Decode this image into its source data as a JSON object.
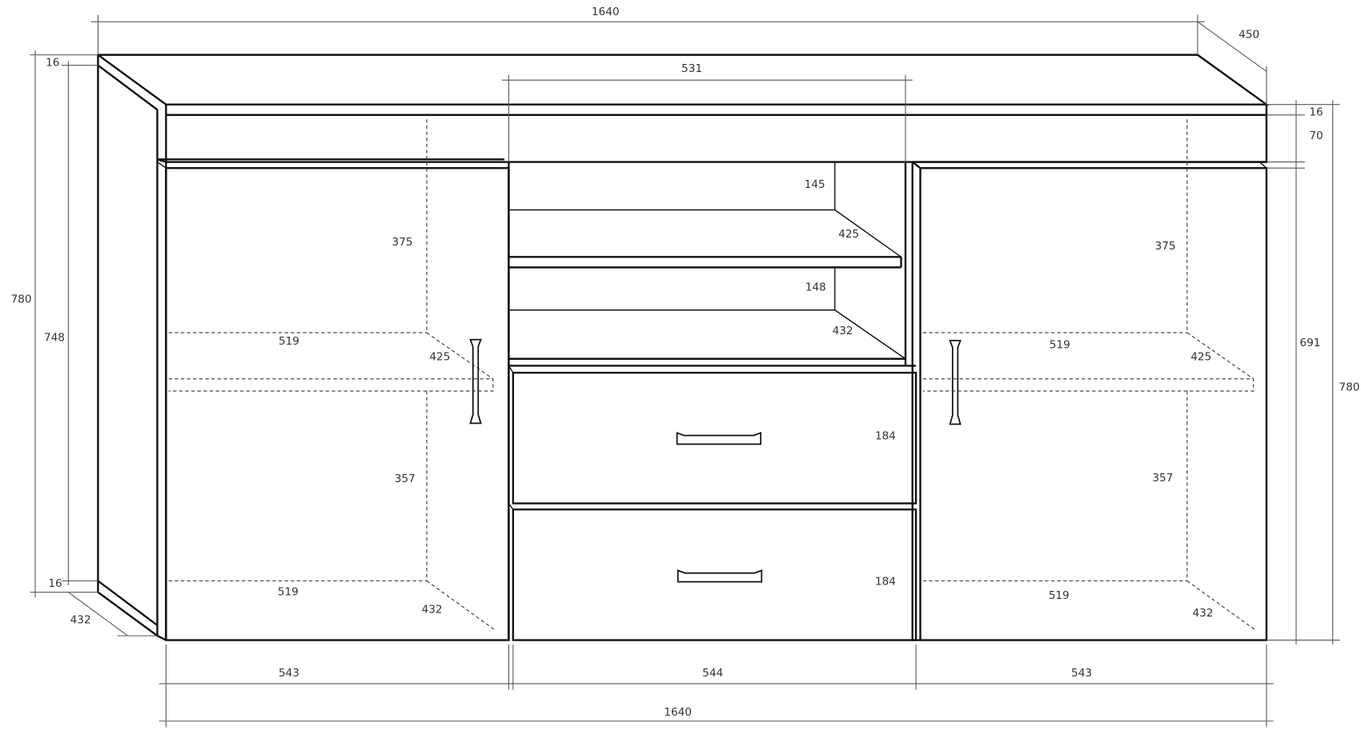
{
  "title": "Sideboard dimension drawing",
  "overall": {
    "width_top": "1640",
    "depth": "450",
    "width_bottom": "1640",
    "height_left": "780",
    "height_right": "780"
  },
  "left_side": {
    "inner_height": "748",
    "top_thickness": "16",
    "bottom_thickness": "16",
    "depth": "432"
  },
  "right_side": {
    "top_thickness": "16",
    "frieze": "70",
    "front_height": "691"
  },
  "middle": {
    "open_width": "531",
    "shelf1_height": "145",
    "shelf1_depth": "425",
    "shelf2_height": "148",
    "shelf2_depth": "432",
    "drawer1_height": "184",
    "drawer2_height": "184"
  },
  "left_cabinet": {
    "upper_height": "375",
    "shelf_width": "519",
    "shelf_depth": "425",
    "lower_height": "357",
    "bottom_width": "519",
    "bottom_depth": "432"
  },
  "right_cabinet": {
    "upper_height": "375",
    "shelf_width": "519",
    "shelf_depth": "425",
    "lower_height": "357",
    "bottom_width": "519",
    "bottom_depth": "432"
  },
  "bottom_widths": {
    "left": "543",
    "middle": "544",
    "right": "543"
  }
}
